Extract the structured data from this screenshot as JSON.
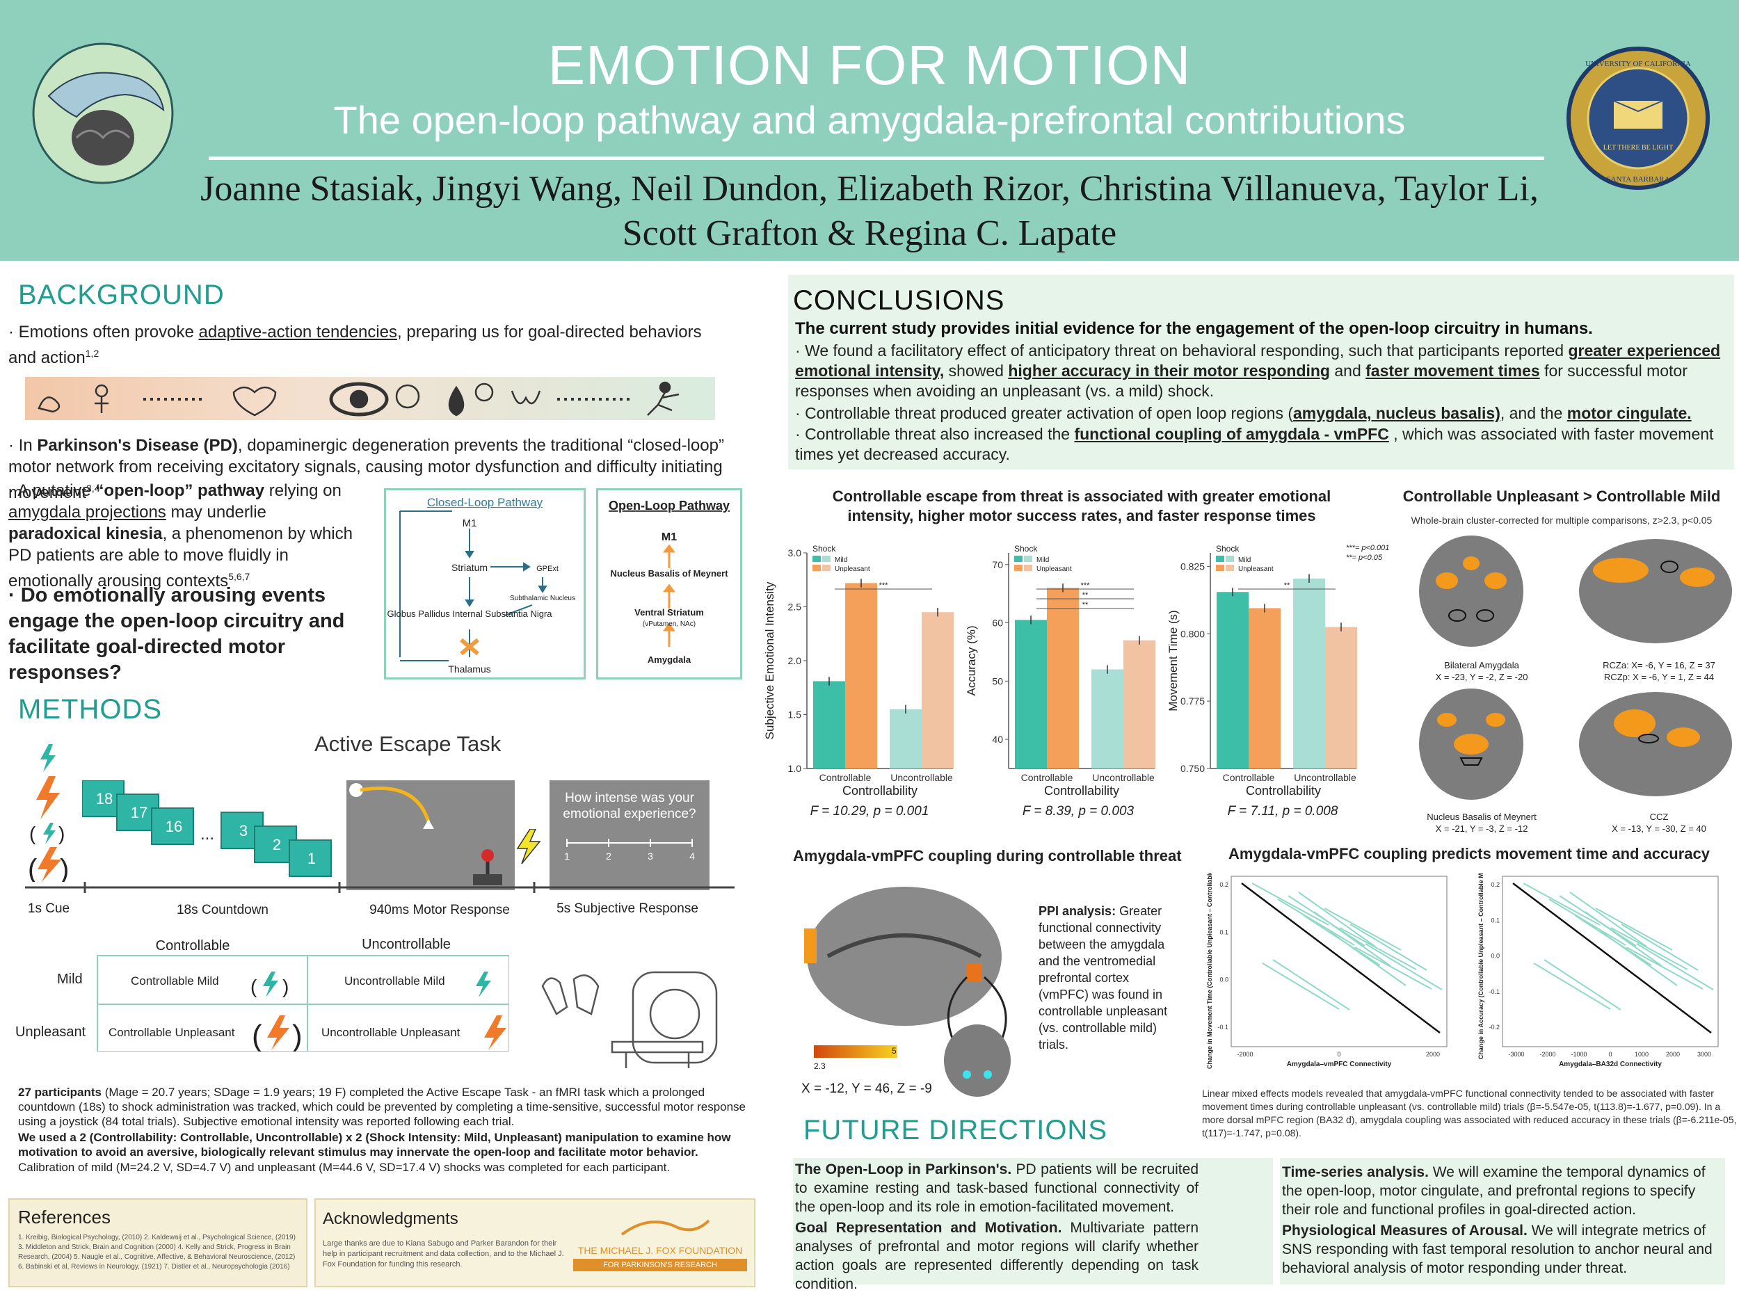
{
  "header": {
    "title": "EMOTION FOR MOTION",
    "subtitle": "The open-loop pathway and amygdala-prefrontal contributions",
    "authors_line1": "Joanne Stasiak,  Jingyi Wang,  Neil Dundon,  Elizabeth Rizor,  Christina Villanueva,  Taylor Li,",
    "authors_line2": "Scott Grafton & Regina C. Lapate",
    "seal_text_top": "UNIVERSITY OF CALIFORNIA",
    "seal_text_bottom": "SANTA BARBARA",
    "seal_motto": "LET THERE BE LIGHT"
  },
  "background": {
    "heading": "BACKGROUND",
    "b1_pre": "Emotions often provoke ",
    "b1_ul": "adaptive-action tendencies",
    "b1_post": ", preparing us for goal-directed behaviors and action",
    "b1_sup": "1,2",
    "b2_pre": "In ",
    "b2_bold": "Parkinson's Disease (PD)",
    "b2_post": ", dopaminergic degeneration prevents the traditional “closed-loop” motor network from receiving excitatory signals, causing motor dysfunction and difficulty initiating movement",
    "b2_sup": "3,4",
    "b3_pre": "A putative ",
    "b3_bold": "“open-loop” pathway",
    "b3_mid": " relying on ",
    "b3_ul": "amygdala projections",
    "b3_mid2": " may underlie ",
    "b3_bold2": "paradoxical kinesia",
    "b3_post": ", a phenomenon by which PD patients are able to move fluidly in emotionally arousing contexts",
    "b3_sup": "5,6,7",
    "question": "Do emotionally arousing events engage the open-loop circuitry and facilitate goal-directed motor responses?",
    "closed_loop": {
      "title": "Closed-Loop Pathway",
      "m1": "M1",
      "striatum": "Striatum",
      "gpext": "GPExt",
      "stn": "Subthalamic Nucleus",
      "gpi": "Globus Pallidus Internal Substantia Nigra",
      "thalamus": "Thalamus"
    },
    "open_loop": {
      "title": "Open-Loop Pathway",
      "m1": "M1",
      "nbm": "Nucleus Basalis of Meynert",
      "vs": "Ventral Striatum",
      "vs_sub": "(vPutamen, NAc)",
      "amygdala": "Amygdala"
    }
  },
  "methods": {
    "heading": "METHODS",
    "task_title": "Active Escape Task",
    "countdown": [
      "18",
      "17",
      "16",
      "...",
      "3",
      "2",
      "1"
    ],
    "question_box": "How intense was your emotional experience?",
    "scale": [
      "1",
      "2",
      "3",
      "4"
    ],
    "timeline": [
      "1s Cue",
      "18s Countdown",
      "940ms Motor Response",
      "5s Subjective Response"
    ],
    "design": {
      "col1": "Controllable",
      "col2": "Uncontrollable",
      "row1": "Mild",
      "row2": "Unpleasant",
      "c11": "Controllable Mild",
      "c12": "Uncontrollable Mild",
      "c21": "Controllable Unpleasant",
      "c22": "Uncontrollable Unpleasant"
    },
    "p1_bold": "27 participants",
    "p1": " (Mage = 20.7 years; SDage = 1.9 years; 19 F) completed the Active Escape Task - an fMRI task which a prolonged countdown (18s) to shock administration was tracked, which could be prevented by completing a time-sensitive, successful motor response using a joystick (84 total trials). Subjective emotional intensity was reported following each trial.",
    "p2_bold": "We used a 2 (Controllability: Controllable, Uncontrollable) x 2 (Shock Intensity: Mild, Unpleasant) manipulation to examine how motivation to avoid an aversive, biologically relevant stimulus may innervate the open-loop and facilitate motor behavior.",
    "p3": "Calibration of mild (M=24.2 V, SD=4.7 V) and unpleasant (M=44.6 V, SD=17.4 V) shocks was completed for each participant."
  },
  "references": {
    "heading": "References",
    "text": "1. Kreibig, Biological Psychology, (2010) 2. Kaldewaij et al., Psychological Science, (2019) 3. Middleton and Strick, Brain and Cognition (2000) 4. Kelly and Strick, Progress in Brain Research, (2004) 5. Naugle et al., Cognitive, Affective, & Behavioral Neuroscience, (2012) 6. Babinski et al, Reviews in Neurology, (1921) 7. Distler et al., Neuropsychologia (2016)"
  },
  "acknowledgments": {
    "heading": "Acknowledgments",
    "text": "Large thanks are due to Kiana Sabugo and Parker Barandon for their help in participant recruitment and data collection, and to the Michael J. Fox Foundation for funding this research.",
    "logo_line1": "THE MICHAEL J. FOX FOUNDATION",
    "logo_line2": "FOR PARKINSON'S RESEARCH"
  },
  "conclusions": {
    "heading": "CONCLUSIONS",
    "lead": "The current study provides initial evidence for the engagement of the open-loop circuitry in humans.",
    "c1_pre": "We found a facilitatory effect of anticipatory threat on behavioral responding, such that participants reported ",
    "c1_b1": "greater experienced emotional intensity,",
    "c1_mid": " showed ",
    "c1_b2": "higher accuracy in their motor responding",
    "c1_mid2": " and ",
    "c1_b3": "faster movement times",
    "c1_post": " for successful motor responses when avoiding an unpleasant (vs. a mild) shock.",
    "c2_pre": "Controllable threat produced greater activation of open loop regions (",
    "c2_b1": "amygdala, nucleus basalis)",
    "c2_mid": ", and the ",
    "c2_b2": "motor cingulate.",
    "c3_pre": "Controllable threat also increased the ",
    "c3_b1": "functional coupling of amygdala - vmPFC",
    "c3_post": " , which was associated with faster movement times yet decreased accuracy."
  },
  "results": {
    "bar_title": "Controllable escape from threat is associated with greater emotional intensity, higher motor success rates, and faster response times",
    "legend_title": "Shock",
    "legend_mild": "Mild",
    "legend_unpleasant": "Unpleasant",
    "sig_note1": "***= p<0.001",
    "sig_note2": "**= p<0.05",
    "xlabel": "Controllability",
    "stats": [
      "F = 10.29, p = 0.001",
      "F = 8.39, p = 0.003",
      "F = 7.11, p = 0.008"
    ],
    "brain_title": "Controllable Unpleasant > Controllable Mild",
    "brain_sub": "Whole-brain cluster-corrected for multiple comparisons, z>2.3, p<0.05",
    "brain_labels": [
      {
        "name": "Bilateral Amygdala",
        "coords": "X = -23, Y = -2,  Z = -20"
      },
      {
        "name": "RCZa: X= -6, Y = 16, Z = 37",
        "coords": "RCZp: X = -6, Y = 1, Z = 44"
      },
      {
        "name": "Nucleus Basalis of Meynert",
        "coords": "X = -21, Y = -3,  Z = -12"
      },
      {
        "name": "CCZ",
        "coords": "X = -13, Y = -30, Z = 40"
      }
    ],
    "ppi_title": "Amygdala-vmPFC coupling during controllable threat",
    "ppi_text_bold": "PPI analysis:",
    "ppi_text": " Greater functional connectivity between the amygdala and the ventromedial prefrontal cortex (vmPFC) was found in controllable unpleasant (vs. controllable mild) trials.",
    "ppi_colorbar_min": "2.3",
    "ppi_colorbar_max": "5",
    "ppi_coords": "X = -12, Y = 46, Z = -9",
    "coupling_title": "Amygdala-vmPFC coupling predicts movement time and accuracy",
    "coupling_text": "Linear mixed effects models revealed that amygdala-vmPFC functional connectivity tended to be associated with faster movement times during controllable unpleasant (vs. controllable mild) trials (β=-5.547e-05, t(113.8)=-1.677, p=0.09). In a more dorsal mPFC region (BA32 d),  amygdala coupling was associated with reduced accuracy in these trials (β=-6.211e-05, t(117)=-1.747, p=0.08)."
  },
  "future": {
    "heading": "FUTURE DIRECTIONS",
    "f1_bold": "The Open-Loop in Parkinson's.",
    "f1": " PD patients will be recruited to examine resting and task-based functional connectivity of the open-loop and its role in emotion-facilitated movement.",
    "f2_bold": "Goal Representation and Motivation.",
    "f2": " Multivariate pattern analyses of prefrontal and motor regions will clarify whether action goals are represented differently depending on task condition.",
    "f3_bold": "Time-series analysis.",
    "f3": " We will examine the temporal dynamics of the open-loop, motor cingulate, and prefrontal regions to specify their role and functional profiles in goal-directed action.",
    "f4_bold": "Physiological Measures of Arousal.",
    "f4": " We will integrate metrics of SNS responding with fast temporal resolution to anchor neural and behavioral analysis of motor responding under threat."
  },
  "colors": {
    "header": "#8fd0bd",
    "teal": "#1f9d91",
    "controllable_mild": "#3cbfa6",
    "controllable_unpleasant": "#f5a05a",
    "uncontrollable_mild": "#a8ded3",
    "uncontrollable_unpleasant": "#f1c3a2",
    "box_fill": "#e6f4ea"
  },
  "chart_data": [
    {
      "type": "bar",
      "categories": [
        "Controllable",
        "Uncontrollable"
      ],
      "series": [
        {
          "name": "Mild",
          "values": [
            1.81,
            1.55
          ]
        },
        {
          "name": "Unpleasant",
          "values": [
            2.72,
            2.45
          ]
        }
      ],
      "xlabel": "Controllability",
      "ylabel": "Subjective Emotional Intensity",
      "ylim": [
        1.0,
        3.0
      ],
      "yticks": [
        "1.0",
        "1.5",
        "2.0",
        "2.5",
        "3.0"
      ],
      "annotations": [
        "***"
      ]
    },
    {
      "type": "bar",
      "categories": [
        "Controllable",
        "Uncontrollable"
      ],
      "series": [
        {
          "name": "Mild",
          "values": [
            60.5,
            52.0
          ]
        },
        {
          "name": "Unpleasant",
          "values": [
            66.0,
            57.0
          ]
        }
      ],
      "xlabel": "Controllability",
      "ylabel": "Accuracy (%)",
      "ylim": [
        35,
        72
      ],
      "yticks": [
        "40",
        "50",
        "60",
        "70"
      ],
      "annotations": [
        "***",
        "**",
        "**"
      ]
    },
    {
      "type": "bar",
      "categories": [
        "Controllable",
        "Uncontrollable"
      ],
      "series": [
        {
          "name": "Mild",
          "values": [
            0.8155,
            0.8205
          ]
        },
        {
          "name": "Unpleasant",
          "values": [
            0.8095,
            0.8025
          ]
        }
      ],
      "xlabel": "Controllability",
      "ylabel": "Movement Time (s)",
      "ylim": [
        0.75,
        0.83
      ],
      "yticks": [
        "0.750",
        "0.775",
        "0.800",
        "0.825"
      ],
      "annotations": [
        "**"
      ]
    },
    {
      "type": "scatter",
      "xlabel": "Amygdala–vmPFC Connectivity",
      "ylabel": "Change in Movement Time (Controllable Unpleasant – Controllable Mild)",
      "xticks": [
        "-2000",
        "0",
        "2000"
      ],
      "yticks": [
        "-0.1",
        "0.0",
        "0.1",
        "0.2"
      ]
    },
    {
      "type": "scatter",
      "xlabel": "Amygdala–BA32d Connectivity",
      "ylabel": "Change in Accuracy (Controllable Unpleasant – Controllable Mild)",
      "xticks": [
        "-3000",
        "-2000",
        "-1000",
        "0",
        "1000",
        "2000",
        "3000"
      ],
      "yticks": [
        "-0.2",
        "-0.1",
        "0.0",
        "0.1",
        "0.2"
      ]
    }
  ]
}
